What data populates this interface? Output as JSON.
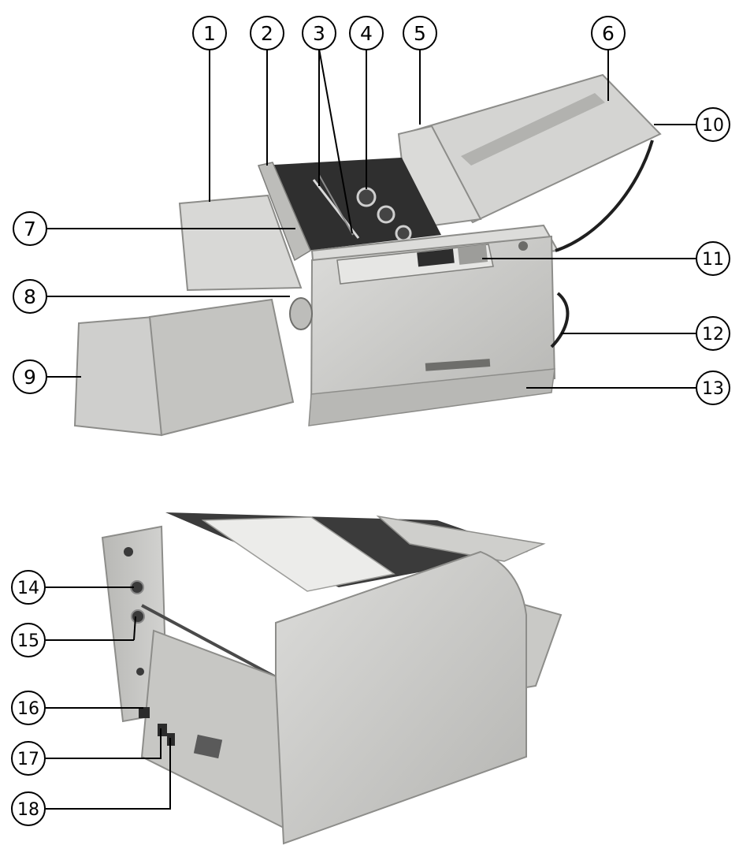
{
  "figure": {
    "callouts": [
      "1",
      "2",
      "3",
      "4",
      "5",
      "6",
      "7",
      "8",
      "9",
      "10",
      "11",
      "12",
      "13",
      "14",
      "15",
      "16",
      "17",
      "18"
    ]
  },
  "colors": {
    "machine_body": "#c9c9c7",
    "machine_shadow": "#9a9a97",
    "machine_dark": "#2a2a2a",
    "leader_line": "#000000",
    "callout_fill": "#ffffff"
  }
}
